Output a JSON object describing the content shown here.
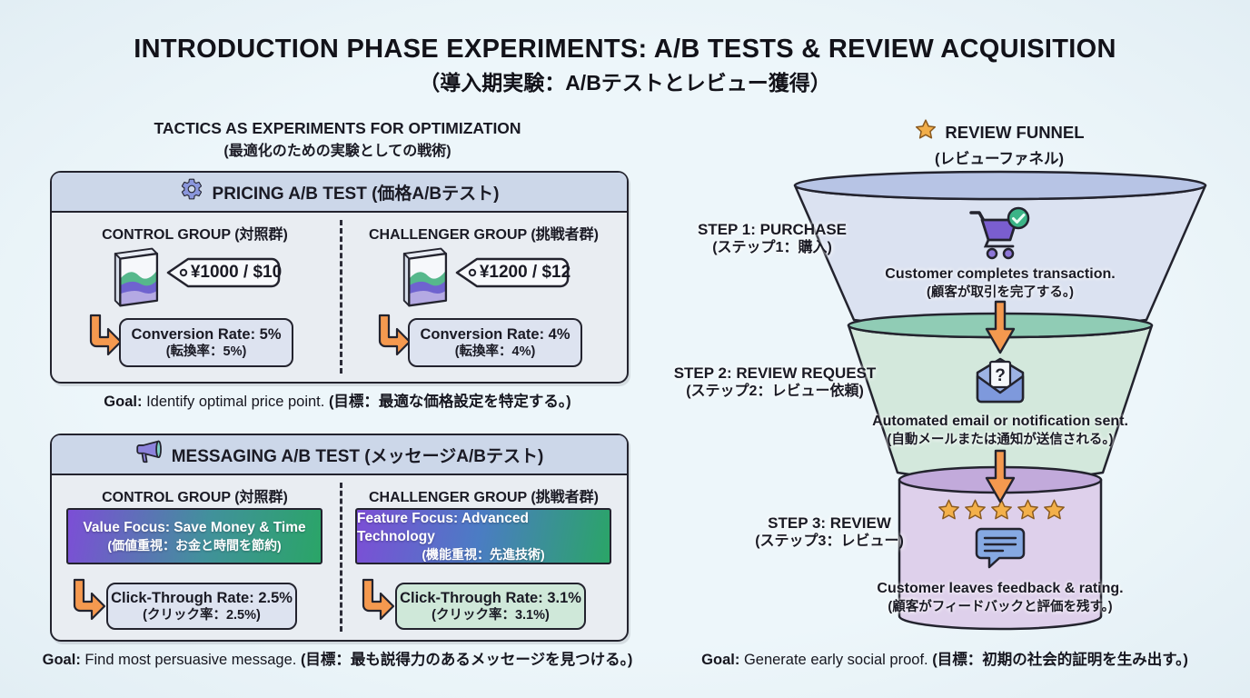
{
  "title": {
    "main": "INTRODUCTION PHASE EXPERIMENTS: A/B TESTS & REVIEW ACQUISITION",
    "sub": "（導入期実験：A/Bテストとレビュー獲得）"
  },
  "left": {
    "section_title": "TACTICS AS EXPERIMENTS FOR OPTIMIZATION",
    "section_subtitle": "(最適化のための実験としての戦術)",
    "pricing": {
      "header": "PRICING A/B TEST (価格A/Bテスト)",
      "control": {
        "title": "CONTROL GROUP (対照群)",
        "price": "¥1000 / $10",
        "metric_en": "Conversion Rate: 5%",
        "metric_jp": "(転換率：5%)"
      },
      "challenger": {
        "title": "CHALLENGER GROUP (挑戦者群)",
        "price": "¥1200 / $12",
        "metric_en": "Conversion Rate: 4%",
        "metric_jp": "(転換率：4%)"
      },
      "goal_label": "Goal:",
      "goal_en": "Identify optimal price point.",
      "goal_jp": "(目標：最適な価格設定を特定する。)"
    },
    "messaging": {
      "header": "MESSAGING A/B TEST (メッセージA/Bテスト)",
      "control": {
        "title": "CONTROL GROUP (対照群)",
        "banner_en": "Value Focus: Save Money & Time",
        "banner_jp": "(価値重視：お金と時間を節約)",
        "metric_en": "Click-Through Rate: 2.5%",
        "metric_jp": "(クリック率：2.5%)"
      },
      "challenger": {
        "title": "CHALLENGER GROUP (挑戦者群)",
        "banner_en": "Feature Focus: Advanced Technology",
        "banner_jp": "(機能重視：先進技術)",
        "metric_en": "Click-Through Rate: 3.1%",
        "metric_jp": "(クリック率：3.1%)"
      },
      "goal_label": "Goal:",
      "goal_en": "Find most persuasive message.",
      "goal_jp": "(目標：最も説得力のあるメッセージを見つける。)"
    }
  },
  "funnel": {
    "title": "REVIEW FUNNEL",
    "subtitle": "(レビューファネル)",
    "steps": [
      {
        "label_en": "STEP 1: PURCHASE",
        "label_jp": "(ステップ1：購入)",
        "caption_en": "Customer completes transaction.",
        "caption_jp": "(顧客が取引を完了する。)"
      },
      {
        "label_en": "STEP 2: REVIEW REQUEST",
        "label_jp": "(ステップ2：レビュー依頼)",
        "caption_en": "Automated email or notification sent.",
        "caption_jp": "(自動メールまたは通知が送信される。)",
        "icon_char": "?"
      },
      {
        "label_en": "STEP 3: REVIEW",
        "label_jp": "(ステップ3：レビュー)",
        "caption_en": "Customer leaves feedback & rating.",
        "caption_jp": "(顧客がフィードバックと評価を残す。)"
      }
    ],
    "goal_label": "Goal:",
    "goal_en": "Generate early social proof.",
    "goal_jp": "(目標：初期の社会的証明を生み出す。)"
  },
  "icons": {
    "pricing_header": "gear-icon",
    "messaging_header": "megaphone-icon",
    "funnel_header": "star-icon",
    "result_arrow": "elbow-arrow-icon",
    "flow_arrow": "down-arrow-icon",
    "product": "product-box-icon",
    "price": "price-tag-icon",
    "step1": "shopping-cart-check-icon",
    "step2": "envelope-question-icon",
    "step3_rating": "five-stars-icon",
    "step3_bubble": "speech-bubble-icon"
  },
  "palette": {
    "background": "#e8f2f6",
    "outline": "#23232e",
    "card_bg": "#e9edf2",
    "card_header_bg": "#ccd7e9",
    "metric_bg_neutral": "#dde3f0",
    "metric_bg_winner": "#cfe8d9",
    "banner_gradient_start": "#7c4ed6",
    "banner_gradient_end": "#2aa567",
    "accent_orange": "#f5994f",
    "funnel_step1_body": "#dbe2f1",
    "funnel_step1_rim": "#b7c4e5",
    "funnel_step2_body": "#d3e8dc",
    "funnel_step2_rim": "#90ccb5",
    "funnel_step3_body": "#ded0eb",
    "funnel_step3_rim": "#c2aadb",
    "star": "#f3b04a"
  }
}
